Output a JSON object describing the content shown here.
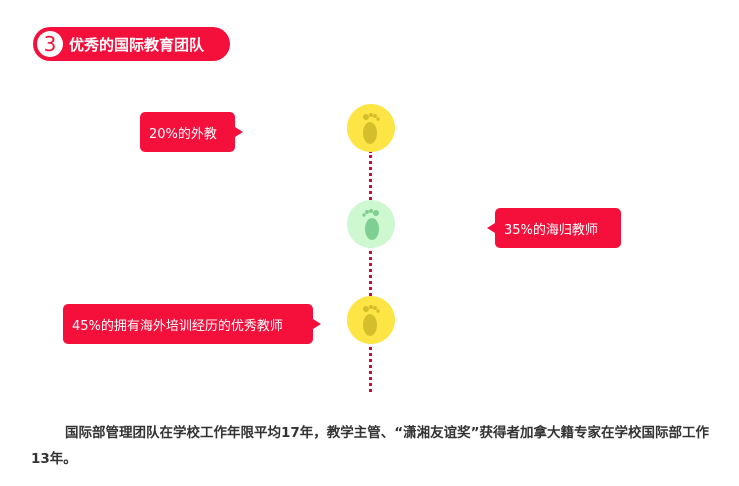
{
  "header": {
    "number": "3",
    "title": "优秀的国际教育团队"
  },
  "items": [
    {
      "label": "20%的外教",
      "color": "#fde545"
    },
    {
      "label": "35%的海归教师",
      "color": "#cdf8d0"
    },
    {
      "label": "45%的拥有海外培训经历的优秀教师",
      "color": "#fde545"
    }
  ],
  "paragraph": "国际部管理团队在学校工作年限平均17年，教学主管、“潇湘友谊奖”获得者加拿大籍专家在学校国际部工作13年。"
}
